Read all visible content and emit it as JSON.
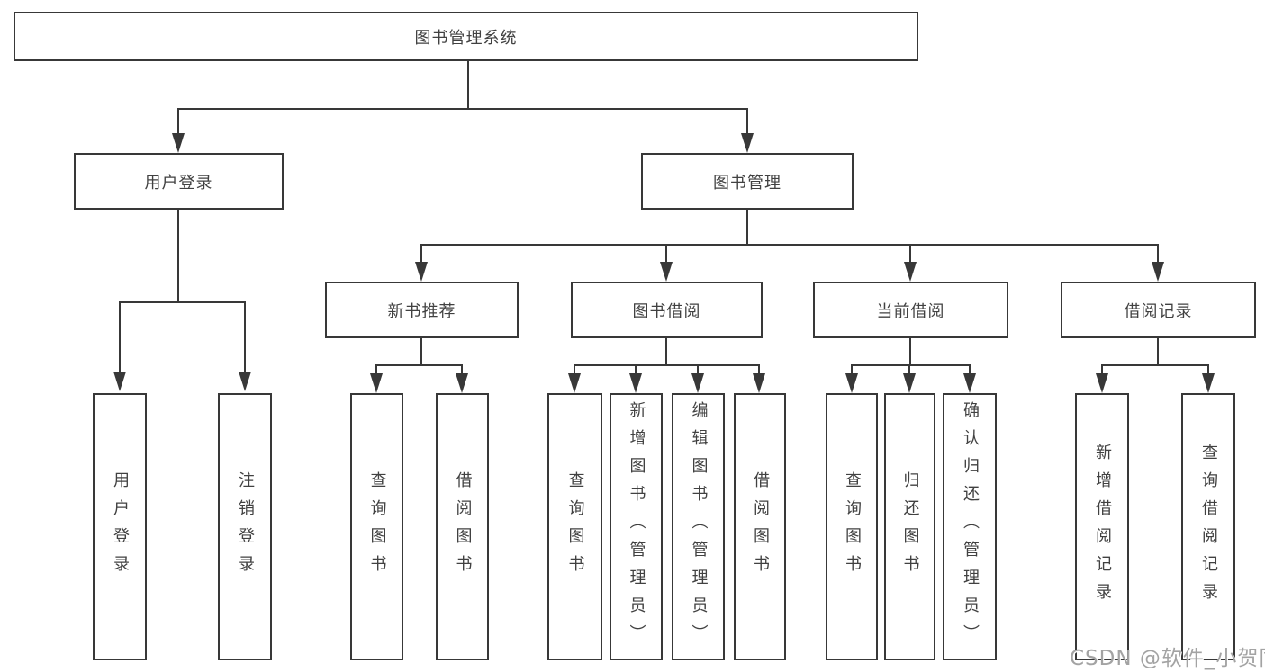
{
  "diagram": {
    "root": {
      "label": "图书管理系统"
    },
    "level2": [
      {
        "label": "用户登录",
        "children": [
          {
            "label": "用户登录"
          },
          {
            "label": "注销登录"
          }
        ]
      },
      {
        "label": "图书管理",
        "children": [
          {
            "label": "新书推荐",
            "children": [
              {
                "label": "查询图书"
              },
              {
                "label": "借阅图书"
              }
            ]
          },
          {
            "label": "图书借阅",
            "children": [
              {
                "label": "查询图书"
              },
              {
                "label": "新增图书（管理员）"
              },
              {
                "label": "编辑图书（管理员）"
              },
              {
                "label": "借阅图书"
              }
            ]
          },
          {
            "label": "当前借阅",
            "children": [
              {
                "label": "查询图书"
              },
              {
                "label": "归还图书"
              },
              {
                "label": "确认归还（管理员）"
              }
            ]
          },
          {
            "label": "借阅记录",
            "children": [
              {
                "label": "新增借阅记录"
              },
              {
                "label": "查询借阅记录"
              }
            ]
          }
        ]
      }
    ]
  },
  "watermark": {
    "text": "CSDN @软件_小贺同学"
  },
  "colors": {
    "line": "#383838",
    "box_border": "#383838",
    "text": "#414141",
    "watermark": "#a3a3a3",
    "background": "#ffffff"
  }
}
